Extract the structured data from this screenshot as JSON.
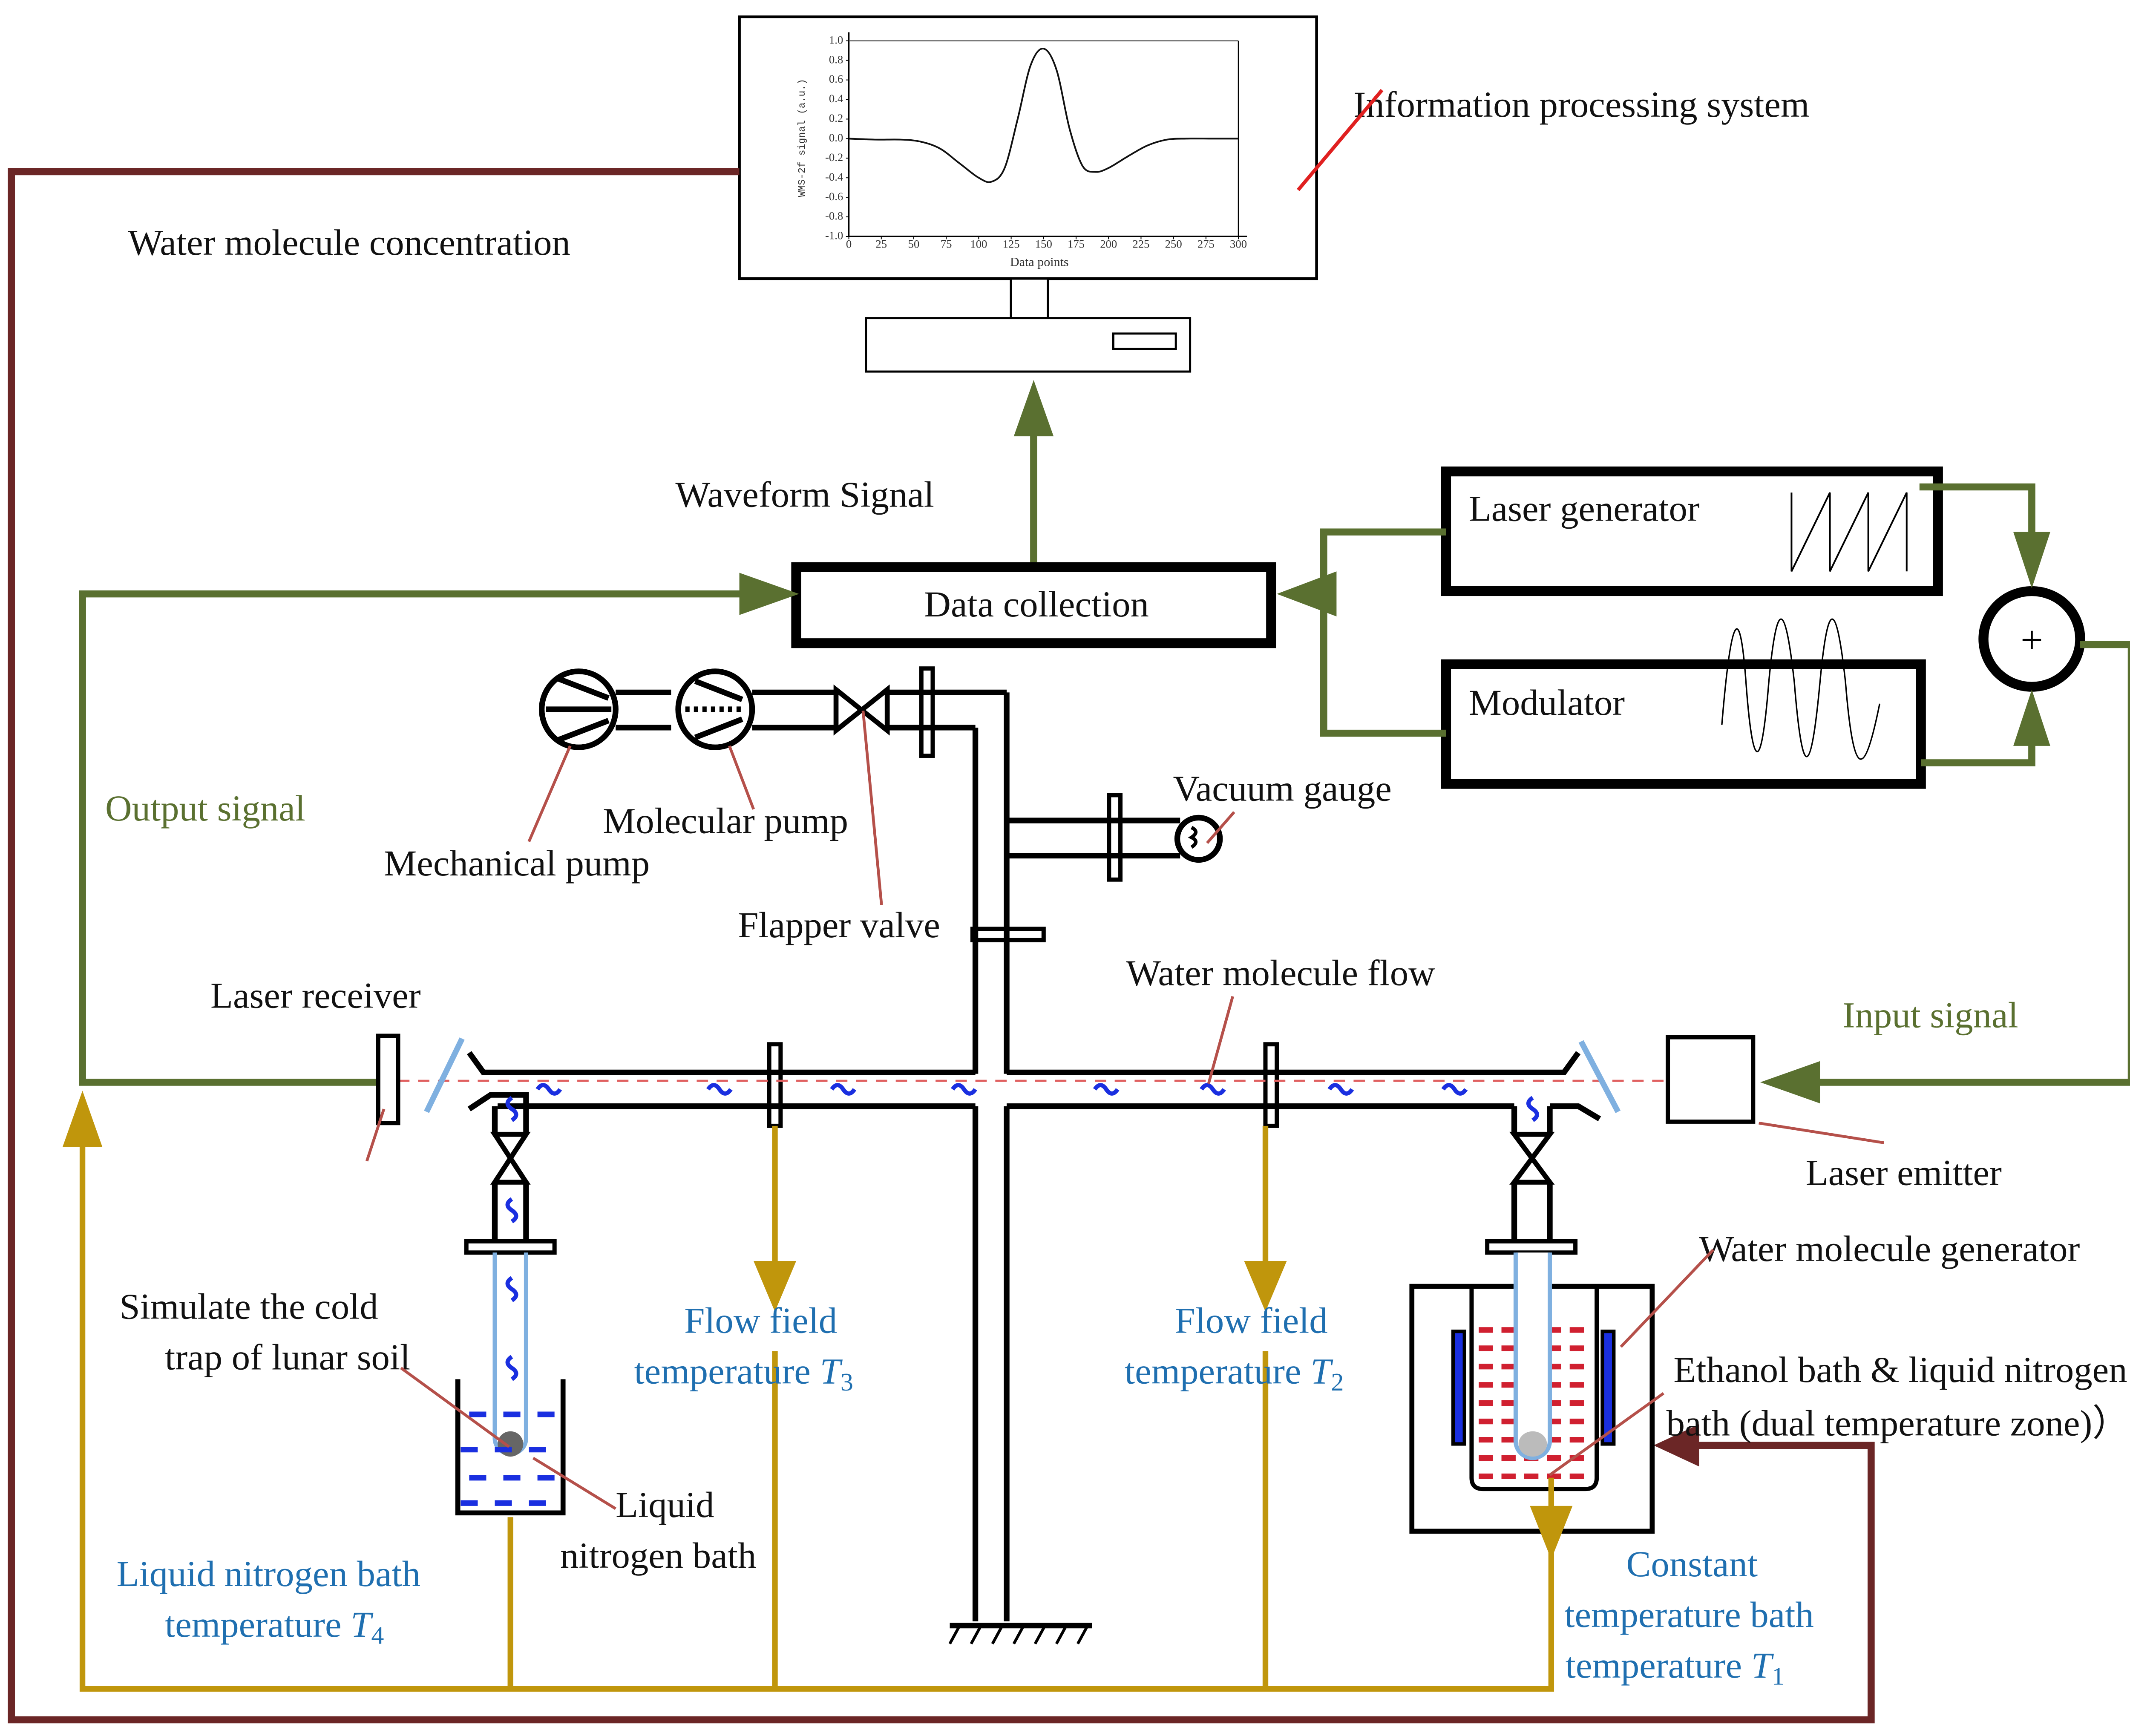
{
  "diagram": {
    "title_labels": {
      "information_processing_system": "Information processing system",
      "water_molecule_concentration": "Water molecule concentration",
      "waveform_signal": "Waveform Signal",
      "data_collection": "Data collection",
      "laser_generator": "Laser generator",
      "modulator": "Modulator",
      "sum_symbol": "+",
      "output_signal": "Output signal",
      "input_signal": "Input signal",
      "mechanical_pump": "Mechanical pump",
      "molecular_pump": "Molecular pump",
      "flapper_valve": "Flapper valve",
      "vacuum_gauge": "Vacuum gauge",
      "laser_receiver": "Laser receiver",
      "laser_emitter": "Laser emitter",
      "water_molecule_flow": "Water molecule flow",
      "water_molecule_generator": "Water molecule generator",
      "ethanol_bath_line1": "Ethanol bath & liquid nitrogen",
      "ethanol_bath_line2": "bath (dual temperature zone)）",
      "cold_trap_line1": "Simulate the cold",
      "cold_trap_line2": "trap of lunar soil",
      "liquid_nitrogen_line1": "Liquid",
      "liquid_nitrogen_line2": "nitrogen bath",
      "flow_field_t3_line1": "Flow field",
      "flow_field_t3_line2": "temperature ",
      "flow_field_t3_var": "T",
      "flow_field_t3_sub": "3",
      "flow_field_t2_line1": "Flow field",
      "flow_field_t2_line2": "temperature ",
      "flow_field_t2_var": "T",
      "flow_field_t2_sub": "2",
      "ln_bath_t4_line1": "Liquid nitrogen bath",
      "ln_bath_t4_line2": "temperature ",
      "ln_bath_t4_var": "T",
      "ln_bath_t4_sub": "4",
      "const_bath_t1_line1": "Constant",
      "const_bath_t1_line2": "temperature bath",
      "const_bath_t1_line3": "temperature ",
      "const_bath_t1_var": "T",
      "const_bath_t1_sub": "1"
    },
    "colors": {
      "signal_green": "#5a7030",
      "temperature_gold": "#c0960c",
      "feedback_brown": "#6b2626",
      "label_blue": "#1f6fb0",
      "leader_red": "#b5504a",
      "laser_dash": "#e06060",
      "water_blue": "#1a2fe0",
      "ethanol_red": "#d02030"
    }
  },
  "chart_data": {
    "type": "line",
    "title": "",
    "xlabel": "Data points",
    "ylabel": "WMS-2f signal (a.u.)",
    "xlim": [
      0,
      300
    ],
    "ylim": [
      -1.0,
      1.0
    ],
    "xticks": [
      "0",
      "25",
      "50",
      "75",
      "100",
      "125",
      "150",
      "175",
      "200",
      "225",
      "250",
      "275",
      "300"
    ],
    "yticks": [
      "1.0",
      "0.8",
      "0.6",
      "0.4",
      "0.2",
      "0.0",
      "-0.2",
      "-0.4",
      "-0.6",
      "-0.8",
      "-1.0"
    ],
    "series": [
      {
        "name": "WMS-2f signal",
        "x": [
          0,
          20,
          40,
          55,
          70,
          85,
          100,
          110,
          120,
          130,
          140,
          150,
          160,
          170,
          180,
          190,
          200,
          215,
          230,
          245,
          260,
          280,
          300
        ],
        "y": [
          0.0,
          -0.01,
          -0.01,
          -0.03,
          -0.1,
          -0.25,
          -0.4,
          -0.44,
          -0.3,
          0.2,
          0.75,
          0.92,
          0.7,
          0.1,
          -0.28,
          -0.34,
          -0.3,
          -0.18,
          -0.07,
          -0.01,
          0.0,
          0.0,
          0.0
        ]
      }
    ]
  }
}
